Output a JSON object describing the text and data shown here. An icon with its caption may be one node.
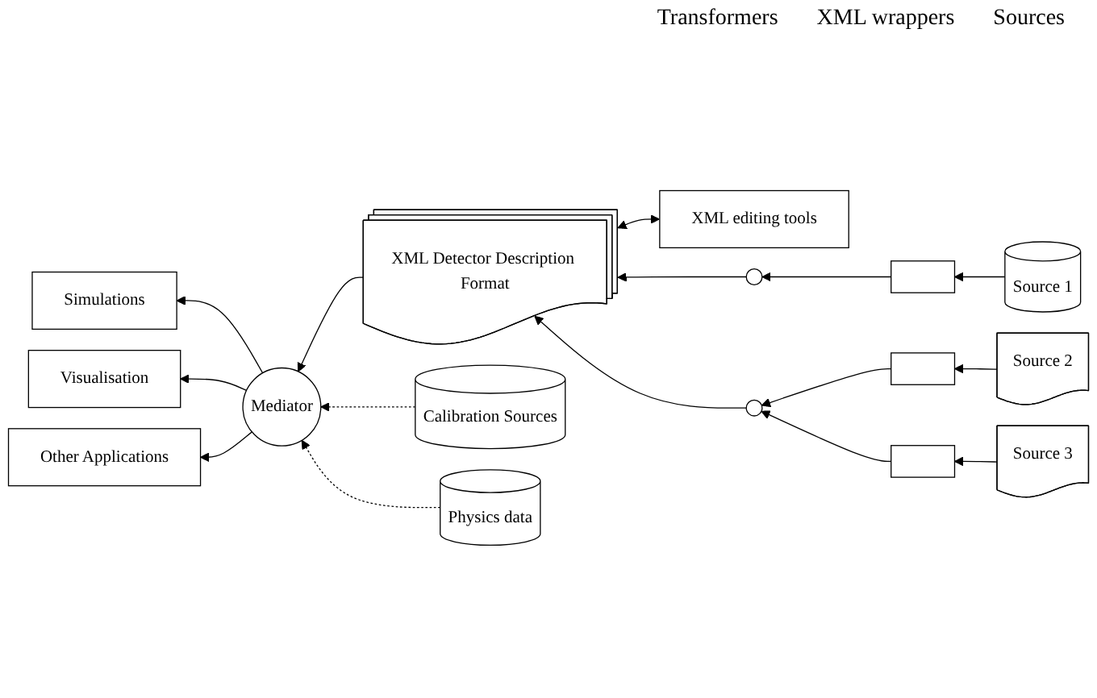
{
  "diagram": {
    "nodes": [
      {
        "text": [
          "Simulations"
        ]
      },
      {
        "text": [
          "Visualisation"
        ]
      },
      {
        "text": [
          "Other Applications"
        ]
      },
      {
        "text": [
          "Mediator"
        ]
      },
      {
        "text": [
          "XML editing tools"
        ]
      },
      {
        "text": [
          "XML Detector Description Format"
        ]
      },
      {
        "text": [],
        "shape": "circle"
      },
      {
        "text": [],
        "shape": "circle"
      },
      {
        "text": [],
        "shape": "bar"
      },
      {
        "text": [],
        "shape": "bar"
      },
      {
        "text": [],
        "shape": "bar"
      },
      {
        "text": [
          "Source 1"
        ]
      },
      {
        "text": [
          "Source 2"
        ]
      },
      {
        "text": [
          "Source 3"
        ]
      },
      {
        "text": [
          "Calibration Sources"
        ]
      },
      {
        "text": [
          "Physics data"
        ]
      }
    ],
    "edges": [
      {
        "from": 3,
        "to": 0,
        "arrow": "to"
      },
      {
        "from": 3,
        "to": 1,
        "arrow": "to"
      },
      {
        "from": 3,
        "to": 2,
        "arrow": "to"
      },
      {
        "from": 5,
        "to": 3,
        "arrow": "to"
      },
      {
        "from": 4,
        "to": 5,
        "arrow": "both"
      },
      {
        "from": 6,
        "to": 5,
        "arrow": "to"
      },
      {
        "from": 7,
        "to": 5,
        "arrow": "to"
      },
      {
        "from": 8,
        "to": 6,
        "arrow": "to"
      },
      {
        "from": 11,
        "to": 8,
        "arrow": "to"
      },
      {
        "from": 9,
        "to": 7,
        "arrow": "to"
      },
      {
        "from": 12,
        "to": 9,
        "arrow": "to"
      },
      {
        "from": 10,
        "to": 7,
        "arrow": "to"
      },
      {
        "from": 13,
        "to": 10,
        "arrow": "to"
      },
      {
        "from": 14,
        "to": 3,
        "arrow": "to",
        "style": "dashed"
      },
      {
        "from": 15,
        "to": 3,
        "arrow": "to",
        "style": "dashed"
      }
    ],
    "labels": [
      "Transformers",
      "XML wrappers",
      "Sources"
    ]
  }
}
